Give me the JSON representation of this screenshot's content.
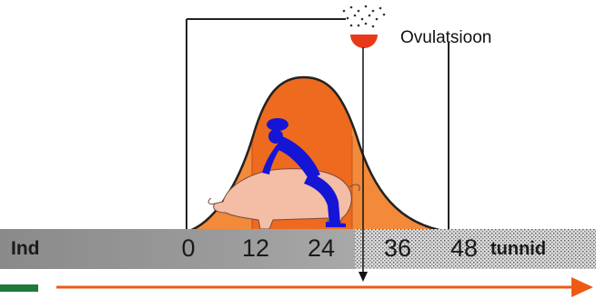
{
  "labels": {
    "ovulation": "Ovulatsioon",
    "start": "Ind",
    "unit": "tunnid"
  },
  "timeline": {
    "ticks": [
      "0",
      "12",
      "24",
      "36",
      "48"
    ]
  },
  "colors": {
    "curve_fill": "#f28a3a",
    "curve_inner": "#ee6a1e",
    "bar_solid": "#8c8c8c",
    "arrow": "#ee5a14",
    "pig": "#f3bda6",
    "farmer": "#1515d6",
    "egg": "#e83a1a",
    "green_mark": "#1f7a3a"
  },
  "icons": {
    "egg": "ovulating-egg-icon",
    "farmer": "farmer-riding-pig-illustration"
  }
}
